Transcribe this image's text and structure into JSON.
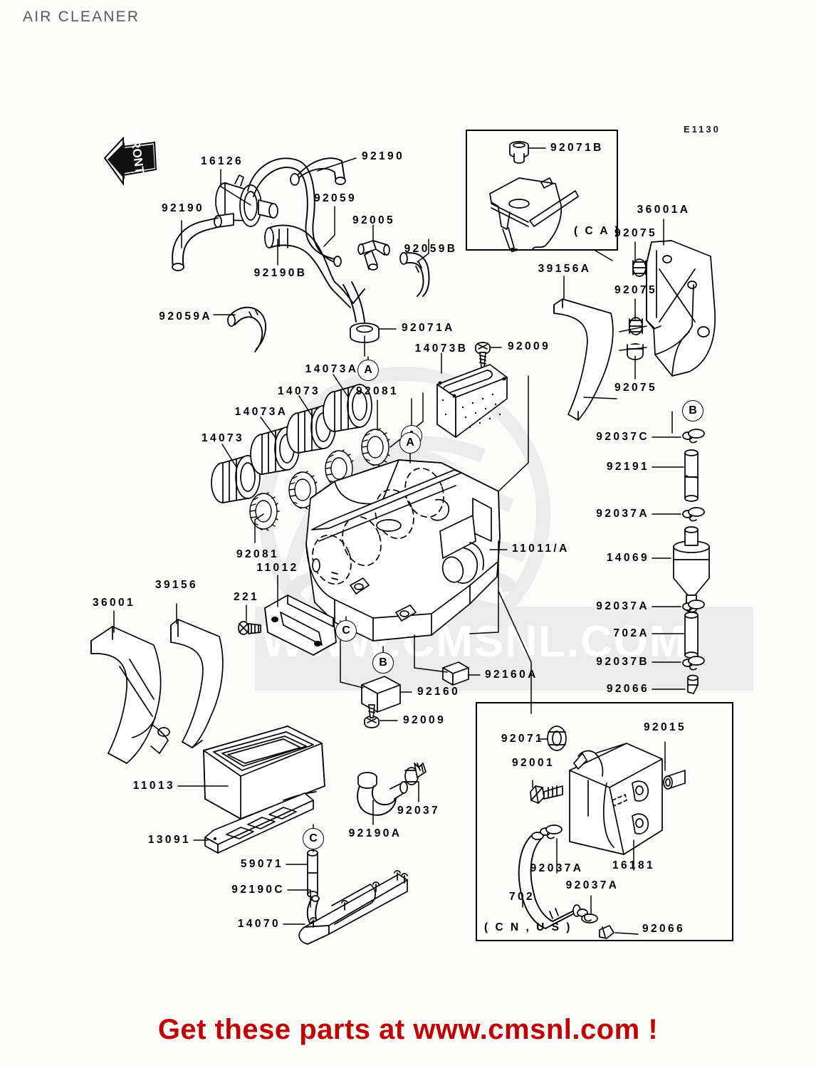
{
  "header": {
    "title": "AIR CLEANER",
    "figure_code": "E1130"
  },
  "front_marker": {
    "label": "FRONT"
  },
  "footer": {
    "text": "Get these parts at www.cmsnl.com !"
  },
  "watermark": {
    "brand": "CMS",
    "url": "WWW.CMSNL.COM"
  },
  "insets": [
    {
      "id": "ca-inset",
      "tag": "( C A )"
    },
    {
      "id": "cnus-inset",
      "tag": "( C N , U S )"
    }
  ],
  "callouts": [
    {
      "id": "a1",
      "label": "A"
    },
    {
      "id": "a2",
      "label": "A"
    },
    {
      "id": "a3",
      "label": "A"
    },
    {
      "id": "b1",
      "label": "B"
    },
    {
      "id": "b2",
      "label": "B"
    },
    {
      "id": "c1",
      "label": "C"
    },
    {
      "id": "c2",
      "label": "C"
    }
  ],
  "parts": [
    {
      "id": "p01",
      "number": "16126"
    },
    {
      "id": "p02",
      "number": "92190"
    },
    {
      "id": "p03",
      "number": "92190"
    },
    {
      "id": "p04",
      "number": "92059"
    },
    {
      "id": "p05",
      "number": "92005"
    },
    {
      "id": "p06",
      "number": "92059B"
    },
    {
      "id": "p07",
      "number": "92190B"
    },
    {
      "id": "p08",
      "number": "92059A"
    },
    {
      "id": "p09",
      "number": "92071A"
    },
    {
      "id": "p10",
      "number": "92071B"
    },
    {
      "id": "p11",
      "number": "36001A"
    },
    {
      "id": "p12",
      "number": "92075"
    },
    {
      "id": "p13",
      "number": "92075"
    },
    {
      "id": "p14",
      "number": "92075"
    },
    {
      "id": "p15",
      "number": "39156A"
    },
    {
      "id": "p16",
      "number": "92009"
    },
    {
      "id": "p17",
      "number": "14073B"
    },
    {
      "id": "p18",
      "number": "14073A"
    },
    {
      "id": "p19",
      "number": "14073"
    },
    {
      "id": "p20",
      "number": "14073A"
    },
    {
      "id": "p21",
      "number": "14073"
    },
    {
      "id": "p22",
      "number": "92081"
    },
    {
      "id": "p23",
      "number": "92081"
    },
    {
      "id": "p24",
      "number": "11012"
    },
    {
      "id": "p25",
      "number": "11011/A"
    },
    {
      "id": "p26",
      "number": "92037C"
    },
    {
      "id": "p27",
      "number": "92191"
    },
    {
      "id": "p28",
      "number": "92037A"
    },
    {
      "id": "p29",
      "number": "14069"
    },
    {
      "id": "p30",
      "number": "92037A"
    },
    {
      "id": "p31",
      "number": "702A"
    },
    {
      "id": "p32",
      "number": "92037B"
    },
    {
      "id": "p33",
      "number": "92066"
    },
    {
      "id": "p34",
      "number": "36001"
    },
    {
      "id": "p35",
      "number": "39156"
    },
    {
      "id": "p36",
      "number": "221"
    },
    {
      "id": "p37",
      "number": "92160A"
    },
    {
      "id": "p38",
      "number": "92160"
    },
    {
      "id": "p39",
      "number": "92009"
    },
    {
      "id": "p40",
      "number": "11013"
    },
    {
      "id": "p41",
      "number": "13091"
    },
    {
      "id": "p42",
      "number": "92037"
    },
    {
      "id": "p43",
      "number": "92190A"
    },
    {
      "id": "p44",
      "number": "59071"
    },
    {
      "id": "p45",
      "number": "92190C"
    },
    {
      "id": "p46",
      "number": "14070"
    },
    {
      "id": "p47",
      "number": "92071"
    },
    {
      "id": "p48",
      "number": "92001"
    },
    {
      "id": "p49",
      "number": "92015"
    },
    {
      "id": "p50",
      "number": "16181"
    },
    {
      "id": "p51",
      "number": "92037A"
    },
    {
      "id": "p52",
      "number": "92037A"
    },
    {
      "id": "p53",
      "number": "702"
    },
    {
      "id": "p54",
      "number": "92066"
    }
  ]
}
